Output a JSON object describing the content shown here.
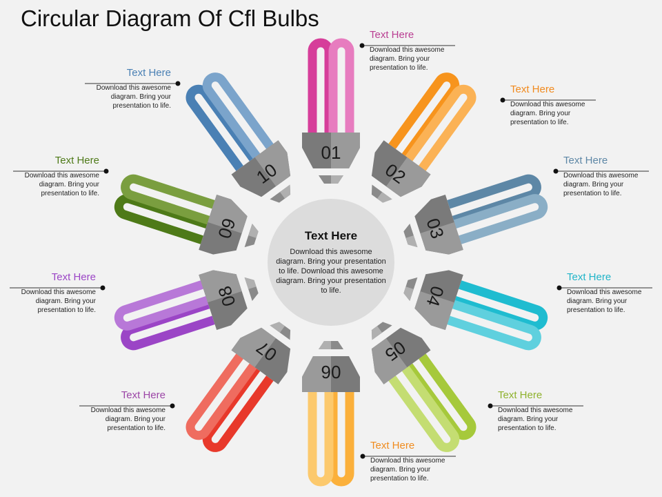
{
  "title": "Circular Diagram Of Cfl Bulbs",
  "center": {
    "heading": "Text Here",
    "body": "Download this awesome diagram. Bring your presentation to life. Download this awesome diagram. Bring your presentation to life."
  },
  "bulbs": [
    {
      "label": "01",
      "color": "#d63e9a",
      "color_light": "#e77cbf"
    },
    {
      "label": "02",
      "color": "#f7941d",
      "color_light": "#fbb255"
    },
    {
      "label": "03",
      "color": "#5d87a6",
      "color_light": "#8aaec6"
    },
    {
      "label": "04",
      "color": "#1fbcd0",
      "color_light": "#5fd0de"
    },
    {
      "label": "05",
      "color": "#a6c93b",
      "color_light": "#c4dd72"
    },
    {
      "label": "06",
      "color": "#fbb03b",
      "color_light": "#fcc96d"
    },
    {
      "label": "07",
      "color": "#e8392b",
      "color_light": "#ef6c5f"
    },
    {
      "label": "08",
      "color": "#9b45c6",
      "color_light": "#b878d8"
    },
    {
      "label": "09",
      "color": "#4e7a18",
      "color_light": "#7a9e3f"
    },
    {
      "label": "10",
      "color": "#4a80b4",
      "color_light": "#7ba4cb"
    }
  ],
  "callouts": [
    {
      "title": "Text Here",
      "color": "#b93e92",
      "body": "Download this awesome diagram. Bring your presentation to life."
    },
    {
      "title": "Text Here",
      "color": "#f18a1e",
      "body": "Download this awesome diagram. Bring your presentation to life."
    },
    {
      "title": "Text Here",
      "color": "#5d87a6",
      "body": "Download this awesome diagram. Bring your presentation to life."
    },
    {
      "title": "Text Here",
      "color": "#1fb4c8",
      "body": "Download this awesome diagram. Bring your presentation to life."
    },
    {
      "title": "Text Here",
      "color": "#8eb12c",
      "body": "Download this awesome diagram. Bring your presentation to life."
    },
    {
      "title": "Text Here",
      "color": "#f08b1d",
      "body": "Download this awesome diagram. Bring your presentation to life."
    },
    {
      "title": "Text Here",
      "color": "#9b45a6",
      "body": "Download this awesome diagram. Bring your presentation to life."
    },
    {
      "title": "Text Here",
      "color": "#9b45c6",
      "body": "Download this awesome diagram. Bring your presentation to life."
    },
    {
      "title": "Text Here",
      "color": "#4e7a18",
      "body": "Download this awesome diagram. Bring your presentation to life."
    },
    {
      "title": "Text Here",
      "color": "#4a80b4",
      "body": "Download this awesome diagram. Bring your presentation to life."
    }
  ]
}
